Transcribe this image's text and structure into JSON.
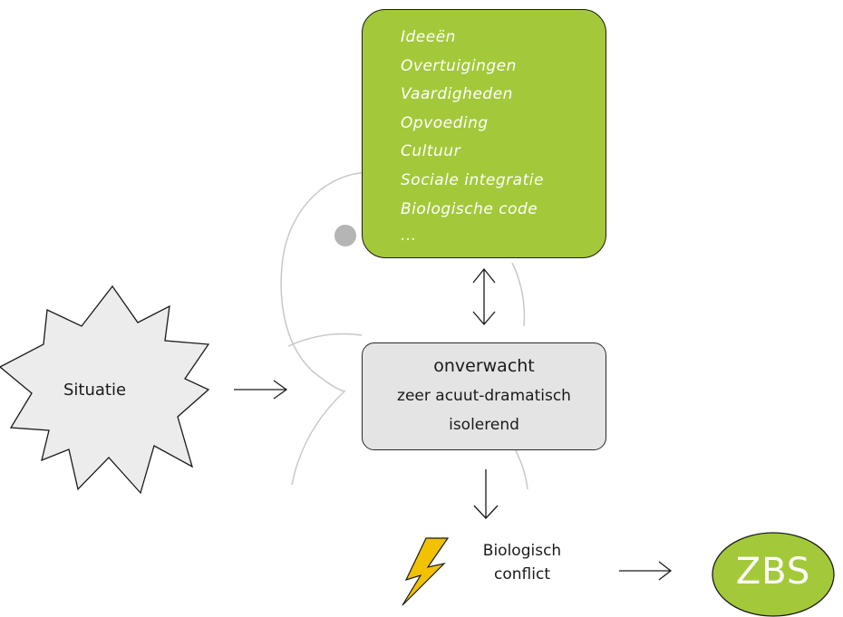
{
  "colors": {
    "green_fill": "#a3c93a",
    "grey_fill": "#e4e4e4",
    "star_fill": "#ececec",
    "bolt_fill": "#f2c200",
    "head_outline": "#c8c8c8",
    "head_dot": "#b5b5b5",
    "line": "#1a1a1a"
  },
  "influences": {
    "items": [
      "Ideeën",
      "Overtuigingen",
      "Vaardigheden",
      "Opvoeding",
      "Cultuur",
      "Sociale integratie",
      "Biologische code",
      "..."
    ]
  },
  "situation": {
    "label": "Situatie"
  },
  "qualities": {
    "line1": "onverwacht",
    "line2": "zeer acuut-dramatisch",
    "line3": "isolerend"
  },
  "conflict": {
    "line1": "Biologisch",
    "line2": "conflict",
    "icon": "lightning-icon"
  },
  "outcome": {
    "label": "ZBS"
  }
}
